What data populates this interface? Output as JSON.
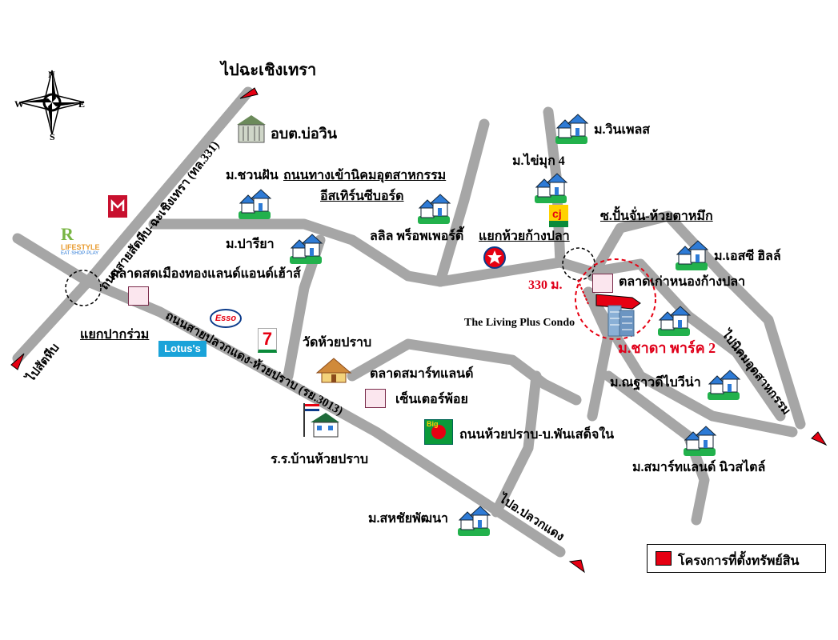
{
  "compass": {
    "n": "N",
    "s": "S",
    "e": "E",
    "w": "W"
  },
  "labels": {
    "to_chachoengsao": "ไปฉะเชิงเทรา",
    "obt_bowin": "อบต.บ่อวิน",
    "m_chuanfun": "ม.ชวนฝัน",
    "road_eastern_seaboard": "ถนนทางเข้านิคมอุตสาหกรรม",
    "eastern_seaboard": "อีสเทิร์นซีบอร์ด",
    "m_winplace": "ม.วินเพลส",
    "m_khaimuk": "ม.ไข่มุก 4",
    "lalin": "ลลิล พร็อพเพอร์ตี้",
    "soi_panjan": "ซ.ปั้นจั่น-ห้วยตาหมึก",
    "m_pariya": "ม.ปารียา",
    "yaek_huaikangpla": "แยกห้วยก้างปลา",
    "m_esc": "ม.เอสซี ฮิลล์",
    "market_muangthong": "ตลาดสดเมืองทองแลนด์แอนด์เฮ้าส์",
    "dist_330": "330 ม.",
    "market_old": "ตลาดเก่าหนองก้างปลา",
    "road_sattahip": "ถนนสายสัตหีบ-ฉะเชิงเทรา (ทล.331)",
    "to_sattahip": "ไปสัตหีบ",
    "yaek_pakruam": "แยกปากร่วม",
    "road_pluakdaeng": "ถนนสายปลวกแดง-ห้วยปราบ (รย.3013)",
    "the_living_plus": "The Living Plus Condo",
    "m_chada": "ม.ชาดา พาร์ค 2",
    "to_industrial": "ไปนิคมอุตสาหกรรม",
    "wat_huaiprab": "วัดห้วยปราบ",
    "market_smart": "ตลาดสมาร์ทแลนด์",
    "center_poi": "เซ็นเตอร์พ้อย",
    "m_thawadee": "ม.ณฐาวดีไบวีน่า",
    "road_huaiprab": "ถนนห้วยปราบ-บ.พันเสด็จใน",
    "school": "ร.ร.บ้านห้วยปราบ",
    "m_smartland": "ม.สมาร์ทแลนด์ นิวสไตล์",
    "to_pluakdaeng": "ไปอ.ปลวกแดง",
    "m_sahachai": "ม.สหชัยพัฒนา"
  },
  "brands": {
    "esso": "Esso",
    "lotus": "Lotus's",
    "seven": "7",
    "big_c": "Big",
    "lifestyle": "LIFESTYLE",
    "lifestyle_sub": "EAT·SHOP·PLAY"
  },
  "legend": {
    "label": "โครงการที่ตั้งทรัพย์สิน"
  },
  "colors": {
    "road": "#a6a6a6",
    "highlight": "#e60012",
    "house": "#2e7bd6",
    "house_base": "#22b14c"
  }
}
